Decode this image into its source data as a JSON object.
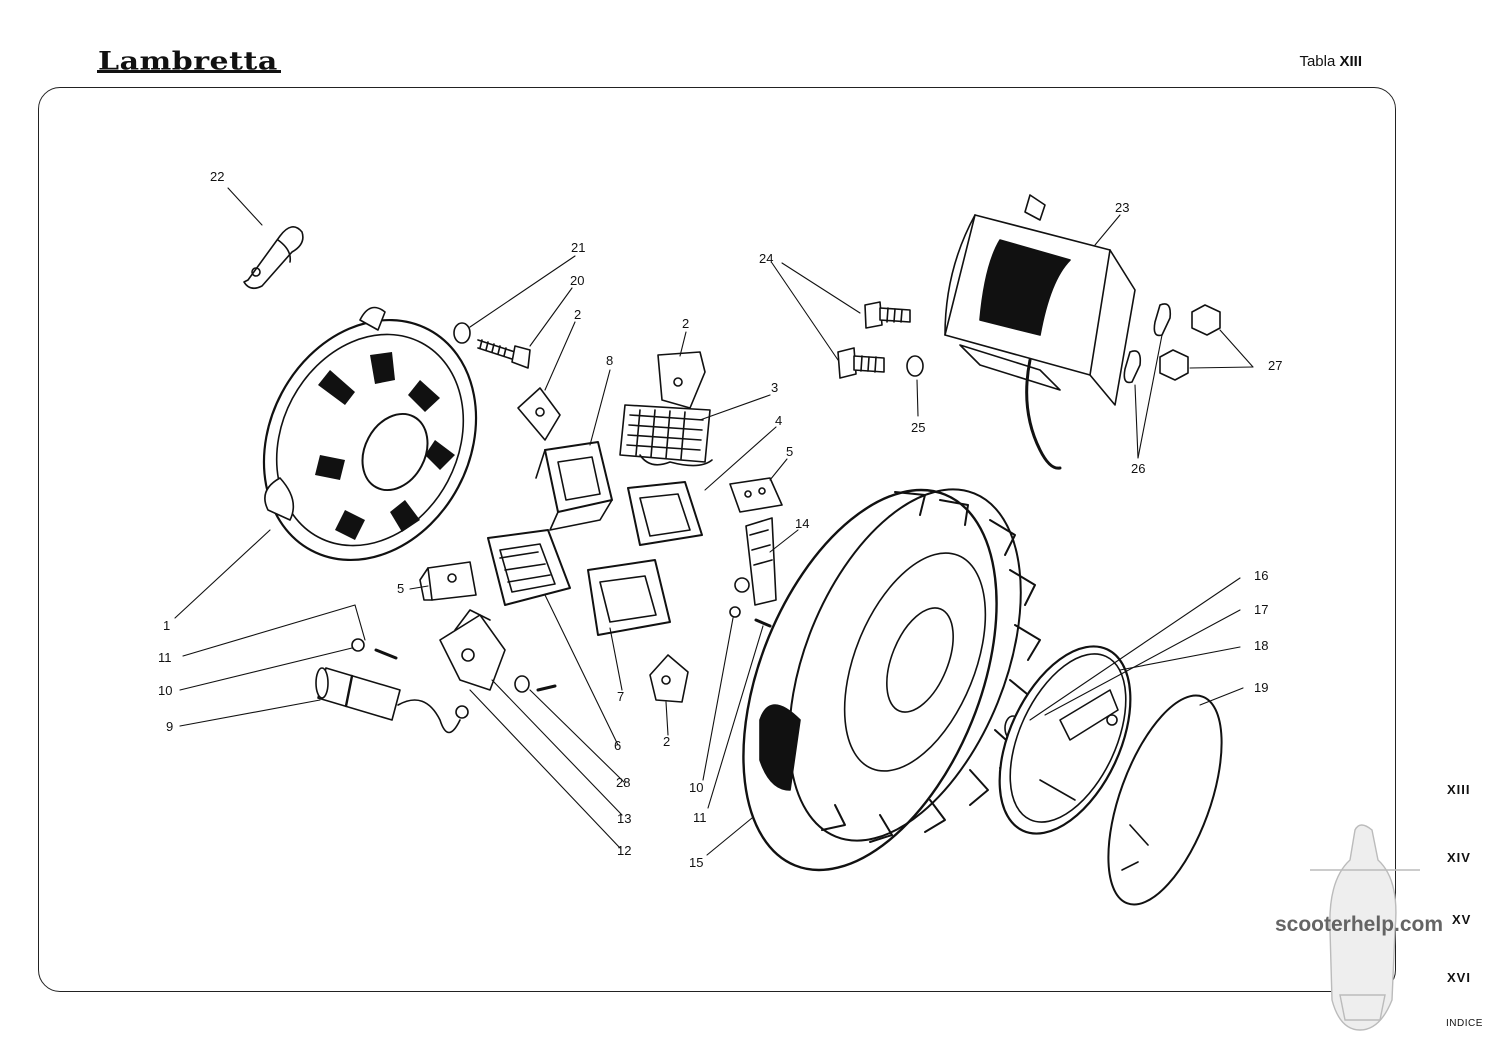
{
  "header": {
    "brand": "Lambretta",
    "plate_prefix": "Tabla",
    "plate_number": "XIII"
  },
  "labels": {
    "l1": "1",
    "l2a": "2",
    "l2b": "2",
    "l2c": "2",
    "l3": "3",
    "l4": "4",
    "l5a": "5",
    "l5b": "5",
    "l6": "6",
    "l7": "7",
    "l8": "8",
    "l9": "9",
    "l10a": "10",
    "l10b": "10",
    "l11a": "11",
    "l11b": "11",
    "l12": "12",
    "l13": "13",
    "l14": "14",
    "l15": "15",
    "l16": "16",
    "l17": "17",
    "l18": "18",
    "l19": "19",
    "l20": "20",
    "l21": "21",
    "l22": "22",
    "l23": "23",
    "l24": "24",
    "l25": "25",
    "l26": "26",
    "l27": "27",
    "l28": "28"
  },
  "side_nav": {
    "xiii": "XIII",
    "xiv": "XIV",
    "xv": "XV",
    "xvi": "XVI",
    "index": "INDICE"
  },
  "watermark": "scooterhelp.com"
}
